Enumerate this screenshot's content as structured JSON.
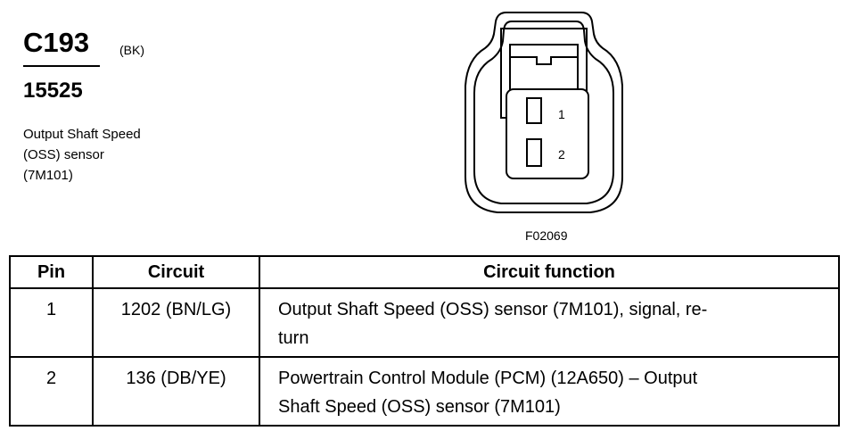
{
  "connector": {
    "code": "C193",
    "color": "(BK)",
    "part_number": "15525",
    "description_lines": [
      "Output Shaft Speed",
      "(OSS) sensor",
      "(7M101)"
    ],
    "figure_id": "F02069",
    "pin_labels": [
      "1",
      "2"
    ]
  },
  "table": {
    "headers": [
      "Pin",
      "Circuit",
      "Circuit function"
    ],
    "rows": [
      {
        "pin": "1",
        "circuit": "1202 (BN/LG)",
        "function_lines": [
          "Output Shaft Speed (OSS) sensor (7M101), signal, re-",
          "turn"
        ]
      },
      {
        "pin": "2",
        "circuit": "136 (DB/YE)",
        "function_lines": [
          "Powertrain Control Module (PCM) (12A650) – Output",
          "Shaft Speed (OSS) sensor (7M101)"
        ]
      }
    ]
  }
}
